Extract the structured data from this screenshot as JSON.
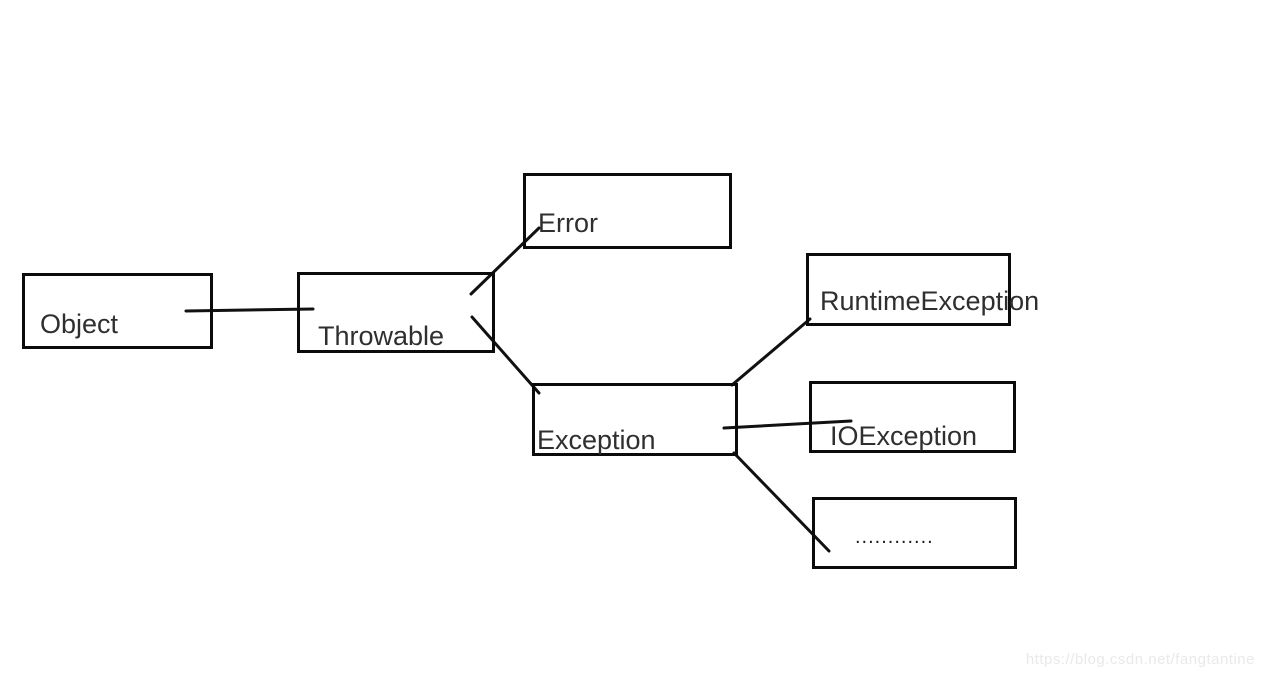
{
  "diagram": {
    "nodes": {
      "object": {
        "label": "Object"
      },
      "throwable": {
        "label": "Throwable"
      },
      "error": {
        "label": "Error"
      },
      "runtime_exception": {
        "label": "RuntimeException"
      },
      "exception": {
        "label": "Exception"
      },
      "io_exception": {
        "label": "IOException"
      },
      "ellipsis": {
        "label": "............"
      }
    },
    "edges": [
      {
        "from": "Object",
        "to": "Throwable"
      },
      {
        "from": "Throwable",
        "to": "Error"
      },
      {
        "from": "Throwable",
        "to": "Exception"
      },
      {
        "from": "Exception",
        "to": "RuntimeException"
      },
      {
        "from": "Exception",
        "to": "IOException"
      },
      {
        "from": "Exception",
        "to": "............"
      }
    ],
    "colors": {
      "box_border": "#0b0b0b",
      "edge_line": "#111111",
      "label_text": "#2f2f2f",
      "watermark_text": "#e9e9e9",
      "background": "#ffffff"
    }
  },
  "watermark": {
    "text": "https://blog.csdn.net/fangtantine"
  }
}
